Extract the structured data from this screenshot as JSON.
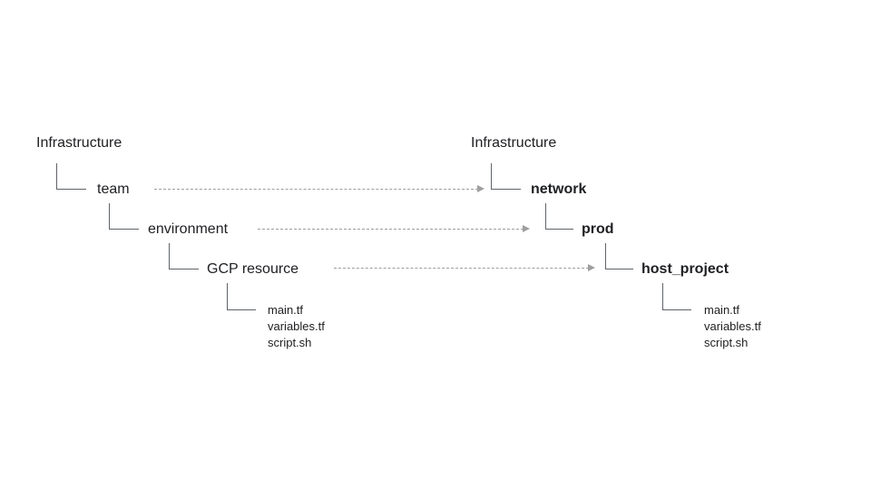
{
  "diagram": {
    "background_color": "#ffffff",
    "text_color": "#202124",
    "tree_line_color": "#5f6368",
    "arrow_color": "#9e9e9e"
  },
  "left_tree": {
    "root": "Infrastructure",
    "nodes": [
      {
        "label": "team",
        "bold": false
      },
      {
        "label": "environment",
        "bold": false
      },
      {
        "label": "GCP resource",
        "bold": false
      }
    ],
    "files": [
      "main.tf",
      "variables.tf",
      "script.sh"
    ]
  },
  "right_tree": {
    "root": "Infrastructure",
    "nodes": [
      {
        "label": "network",
        "bold": true
      },
      {
        "label": "prod",
        "bold": true
      },
      {
        "label": "host_project",
        "bold": true
      }
    ],
    "files": [
      "main.tf",
      "variables.tf",
      "script.sh"
    ]
  },
  "arrows": [
    {
      "from": "team",
      "to": "network"
    },
    {
      "from": "environment",
      "to": "prod"
    },
    {
      "from": "GCP resource",
      "to": "host_project"
    }
  ]
}
